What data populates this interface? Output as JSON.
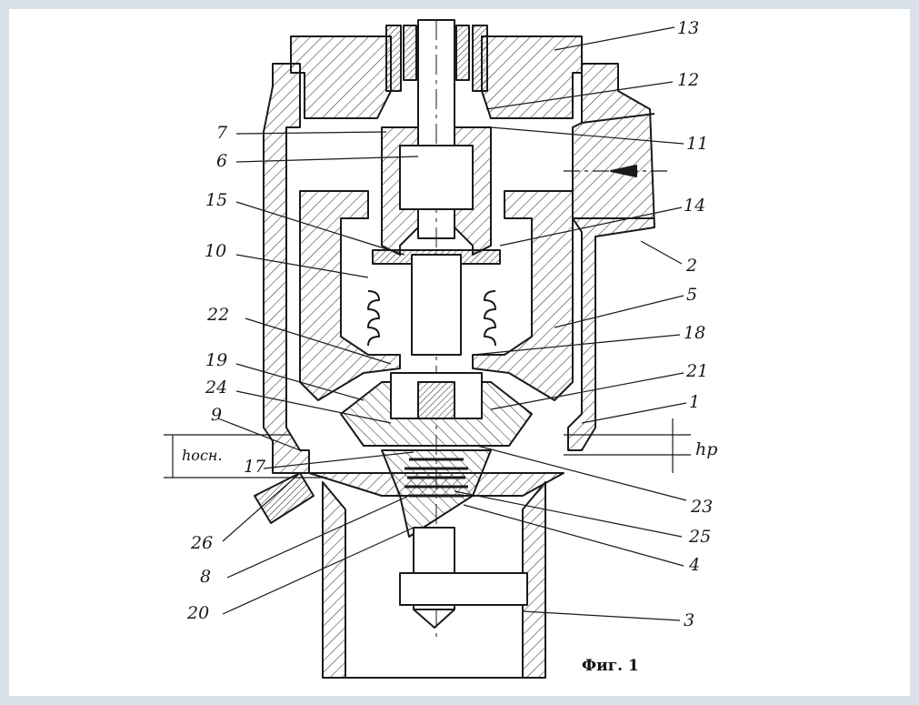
{
  "figure": {
    "caption": "Фиг. 1",
    "labels": {
      "l1": "1",
      "l2": "2",
      "l3": "3",
      "l4": "4",
      "l5": "5",
      "l6": "6",
      "l7": "7",
      "l8": "8",
      "l9": "9",
      "l10": "10",
      "l11": "11",
      "l12": "12",
      "l13": "13",
      "l14": "14",
      "l15": "15",
      "l17": "17",
      "l18": "18",
      "l19": "19",
      "l20": "20",
      "l21": "21",
      "l22": "22",
      "l23": "23",
      "l24": "24",
      "l25": "25",
      "l26": "26"
    },
    "dimensions": {
      "h_osn": "hосн.",
      "h_p": "hр"
    }
  }
}
